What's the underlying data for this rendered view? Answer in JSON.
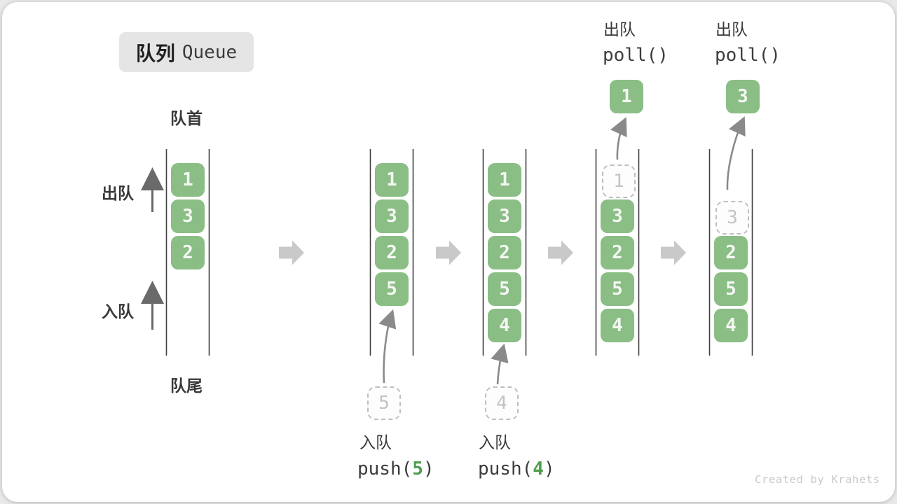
{
  "title": {
    "zh": "队列",
    "en": "Queue"
  },
  "side_labels": {
    "front": "队首",
    "rear": "队尾",
    "dequeue": "出队",
    "enqueue": "入队"
  },
  "watermark": "Created by Krahets",
  "colors": {
    "cell_green": "#8abe85",
    "code_arg_green": "#4e9e4e",
    "line_dark": "#3f3f3f",
    "block_arrow_gray": "#c9c9c9",
    "curve_arrow_gray": "#8a8a8a",
    "side_arrow_gray": "#6a6a6a"
  },
  "chart_data": {
    "type": "diagram-queue-states",
    "states": [
      {
        "cells": [
          {
            "slot": 0,
            "value": "1",
            "style": "solid"
          },
          {
            "slot": 1,
            "value": "3",
            "style": "solid"
          },
          {
            "slot": 2,
            "value": "2",
            "style": "solid"
          }
        ]
      },
      {
        "cells": [
          {
            "slot": 0,
            "value": "1",
            "style": "solid"
          },
          {
            "slot": 1,
            "value": "3",
            "style": "solid"
          },
          {
            "slot": 2,
            "value": "2",
            "style": "solid"
          },
          {
            "slot": 3,
            "value": "5",
            "style": "solid"
          }
        ]
      },
      {
        "cells": [
          {
            "slot": 0,
            "value": "1",
            "style": "solid"
          },
          {
            "slot": 1,
            "value": "3",
            "style": "solid"
          },
          {
            "slot": 2,
            "value": "2",
            "style": "solid"
          },
          {
            "slot": 3,
            "value": "5",
            "style": "solid"
          },
          {
            "slot": 4,
            "value": "4",
            "style": "solid"
          }
        ]
      },
      {
        "cells": [
          {
            "slot": 0,
            "value": "1",
            "style": "ghost"
          },
          {
            "slot": 1,
            "value": "3",
            "style": "solid"
          },
          {
            "slot": 2,
            "value": "2",
            "style": "solid"
          },
          {
            "slot": 3,
            "value": "5",
            "style": "solid"
          },
          {
            "slot": 4,
            "value": "4",
            "style": "solid"
          }
        ]
      },
      {
        "cells": [
          {
            "slot": 1,
            "value": "3",
            "style": "ghost"
          },
          {
            "slot": 2,
            "value": "2",
            "style": "solid"
          },
          {
            "slot": 3,
            "value": "5",
            "style": "solid"
          },
          {
            "slot": 4,
            "value": "4",
            "style": "solid"
          }
        ]
      }
    ]
  },
  "push_ops": [
    {
      "label": "入队",
      "code_prefix": "push(",
      "arg": "5",
      "code_suffix": ")",
      "ghost_value": "5"
    },
    {
      "label": "入队",
      "code_prefix": "push(",
      "arg": "4",
      "code_suffix": ")",
      "ghost_value": "4"
    }
  ],
  "poll_ops": [
    {
      "label": "出队",
      "code": "poll()",
      "value": "1"
    },
    {
      "label": "出队",
      "code": "poll()",
      "value": "3"
    }
  ]
}
